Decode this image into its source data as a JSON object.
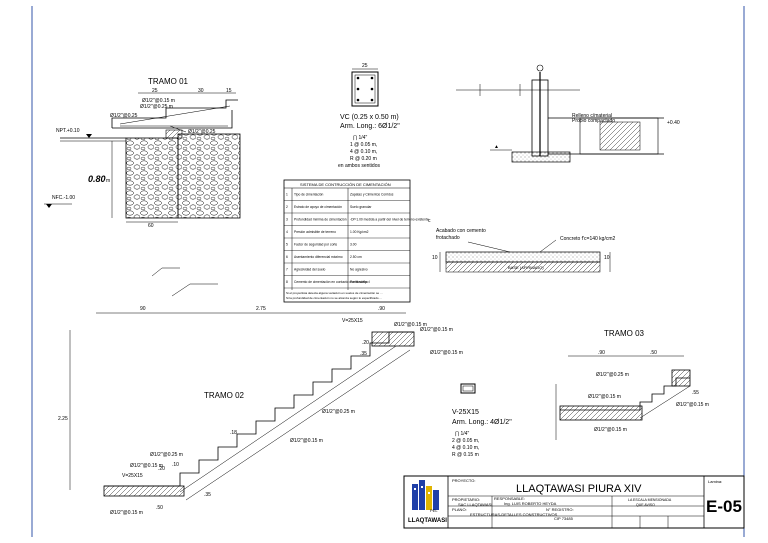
{
  "tramo01": {
    "title": "TRAMO 01",
    "dims": [
      "25",
      "30",
      "15"
    ],
    "rebar": [
      "Ø1/2\"@0.15 m",
      "Ø1/2\"@0.25 m",
      "Ø1/2\"@0.25",
      "Ø1/2\"@0.25"
    ],
    "npt": "NPT.+0.10",
    "nfc": "NFC.-1.00",
    "depth": "0.80",
    "depth_unit": "m",
    "base": "60"
  },
  "column_section": {
    "width_dim": "25",
    "label": "VC (0.25 x 0.50 m)",
    "arm": "Arm. Long.: 6Ø1/2\"",
    "stirrup_symbol": "∏ 1/4\"",
    "spacing": [
      "1 @ 0.05 m,",
      "4 @ 0.10 m,",
      "R @ 0.20 m",
      "en ambos sentidos"
    ]
  },
  "detail_right": {
    "note1": "Relleno c/material",
    "note2": "Propio compactado",
    "level": "+0.40"
  },
  "table": {
    "title": "SISTEMA DE CONTRUCCIÓN DE CIMENTACIÓN",
    "rows": [
      {
        "n": "1",
        "a": "Tipo de cimentación",
        "b": "Zapatas y Cimientos Corridos"
      },
      {
        "n": "2",
        "a": "Estrato de apoyo de cimentación",
        "b": "Suelo granular"
      },
      {
        "n": "3",
        "a": "Profundidad mínima de cimentación",
        "b": "-Df=1.00 medida a partir del nivel de terreno existente"
      },
      {
        "n": "4",
        "a": "Presión admisible de terreno",
        "b": "1.00 Kg/cm2"
      },
      {
        "n": "5",
        "a": "Factor de seguridad por corte",
        "b": "3.00"
      },
      {
        "n": "6",
        "a": "Asentamiento diferencial máximo",
        "b": "2.50 cm"
      },
      {
        "n": "7",
        "a": "Agresividad del suelo",
        "b": "No agresivo"
      },
      {
        "n": "8",
        "a": "Cemento de cimentación en contacto con el suelo",
        "b": "Portland tipo I"
      }
    ],
    "notes": [
      "Si el proyectista detecta alguna variación en suelos de cimentación se ...",
      "Si la profundidad de cimentación no se alcanza según lo especificado ..."
    ]
  },
  "slab": {
    "label_c": "c",
    "finish": "Acabado con cemento",
    "finish2": "frotachado",
    "concrete": "Concreto f'c=140 kg/cm2",
    "fill": "BASE (AFIRMADO)",
    "dims": [
      "10",
      "10"
    ]
  },
  "tramo02": {
    "title": "TRAMO 02",
    "top_dims": [
      "90",
      "2.75",
      ".90"
    ],
    "height": "2.25",
    "beam": "V=25X15",
    "rebar": [
      "Ø1/2\"@0.15 m",
      "Ø1/2\"@0.15 m",
      "Ø1/2\"@0.15 m",
      "Ø1/2\"@0.25 m",
      "Ø1/2\"@0.15 m",
      "Ø1/2\"@0.25 m",
      "Ø1/2\"@0.15 m",
      "Ø1/2\"@0.15 m"
    ],
    "small_dims": [
      ".20",
      ".35",
      ".18",
      ".20",
      ".10",
      ".35",
      ".50",
      "V=25X15"
    ]
  },
  "tramo03": {
    "title": "TRAMO 03",
    "dims": [
      ".90",
      ".50",
      ".55"
    ],
    "rebar": [
      "Ø1/2\"@0.25 m",
      "Ø1/2\"@0.15 m",
      "Ø1/2\"@0.15 m",
      "Ø1/2\"@0.15 m"
    ]
  },
  "beam_section": {
    "label": "V-25X15",
    "arm": "Arm. Long.: 4Ø1/2\"",
    "stirrup_symbol": "∏ 1/4\"",
    "spacing": [
      "2 @ 0.05 m,",
      "4 @ 0.10 m,",
      "R @ 0.15 m"
    ]
  },
  "title_block": {
    "logo_text": "LLAQTAWASI",
    "logo_sub": "PEL",
    "proyecto_label": "PROYECTO:",
    "project_name": "LLAQTAWASI PIURA XIV",
    "propietario_label": "PROPIETARIO:",
    "propietario": "SAC LLAQTAWASI",
    "responsable_label": "RESPONSABLE:",
    "responsable": "Ing. LUIS ROBERTO HEYDA",
    "plano_label": "PLANO:",
    "plano": "ESTRUCTURAS-DETALLES CONSTRUCTIVOS",
    "registro_label": "N° REGISTRO:",
    "registro": "CIP 73485",
    "lamina_label": "Lamina:",
    "sheet": "E-05",
    "small_right": [
      "LA ESCALA MENSIONADA",
      "QUE AVISO"
    ]
  }
}
